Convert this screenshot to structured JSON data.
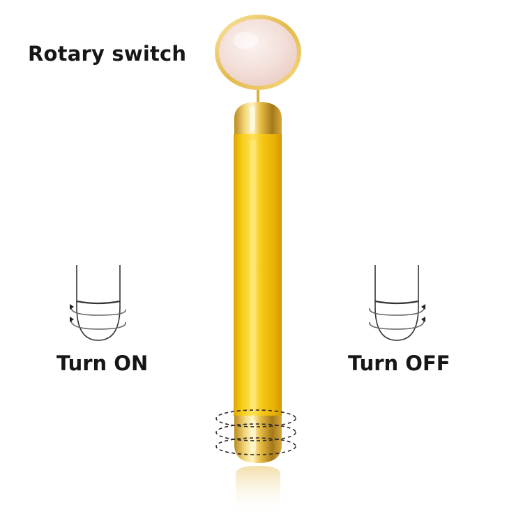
{
  "heading": "Rotary switch",
  "captions": {
    "turn_on": "Turn ON",
    "turn_off": "Turn OFF"
  },
  "product": {
    "icon": "face-roller-icon",
    "body_color": "#F2C20F",
    "chrome_color": "#E8C24A",
    "stone_color": "#F4E2DD"
  }
}
